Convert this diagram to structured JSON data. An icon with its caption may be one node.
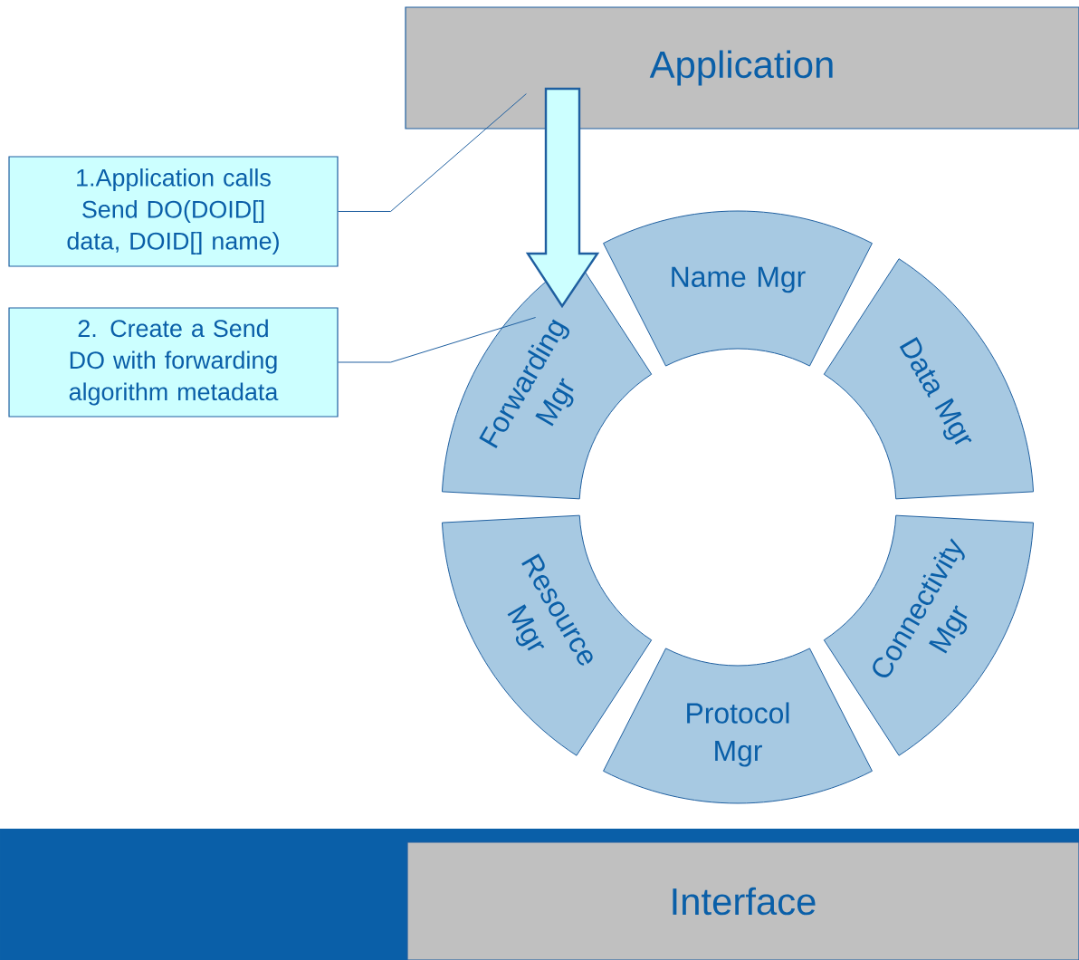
{
  "diagram": {
    "nodes": [
      {
        "text": [
          "Application"
        ]
      },
      {
        "text": [
          "Interface"
        ]
      },
      {
        "text": [
          "1.Application calls Send DO(DOID[] data, DOID[] name)"
        ]
      },
      {
        "text": [
          "2. Create a Send DO with forwarding algorithm metadata"
        ]
      },
      {
        "text": [
          "Forwarding Mgr"
        ]
      },
      {
        "text": [
          "Name Mgr"
        ]
      },
      {
        "text": [
          "Data Mgr"
        ]
      },
      {
        "text": [
          "Connectivity Mgr"
        ]
      },
      {
        "text": [
          "Protocol Mgr"
        ]
      },
      {
        "text": [
          "Resource Mgr"
        ]
      }
    ],
    "edges": [
      {
        "from": 0,
        "to": 4,
        "arrow": "to",
        "style": "thick"
      },
      {
        "from": 2,
        "to": 0,
        "arrow": "none"
      },
      {
        "from": 3,
        "to": 4,
        "arrow": "none"
      }
    ]
  }
}
